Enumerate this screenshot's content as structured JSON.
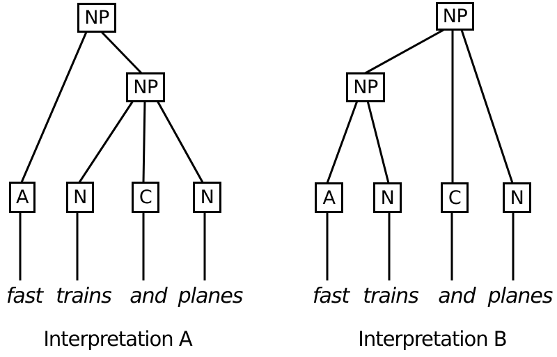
{
  "page": {
    "background_color": "#ffffff"
  },
  "diagram": {
    "type": "syntax-parse-trees",
    "line_color": "#000000",
    "box_border_color": "#000000",
    "trees": [
      {
        "caption": "Interpretation A",
        "root_label": "NP",
        "inner_label": "NP",
        "leaves": [
          "A",
          "N",
          "C",
          "N"
        ],
        "words": [
          "fast",
          "trains",
          "and",
          "planes"
        ]
      },
      {
        "caption": "Interpretation B",
        "root_label": "NP",
        "inner_label": "NP",
        "leaves": [
          "A",
          "N",
          "C",
          "N"
        ],
        "words": [
          "fast",
          "trains",
          "and",
          "planes"
        ]
      }
    ]
  }
}
